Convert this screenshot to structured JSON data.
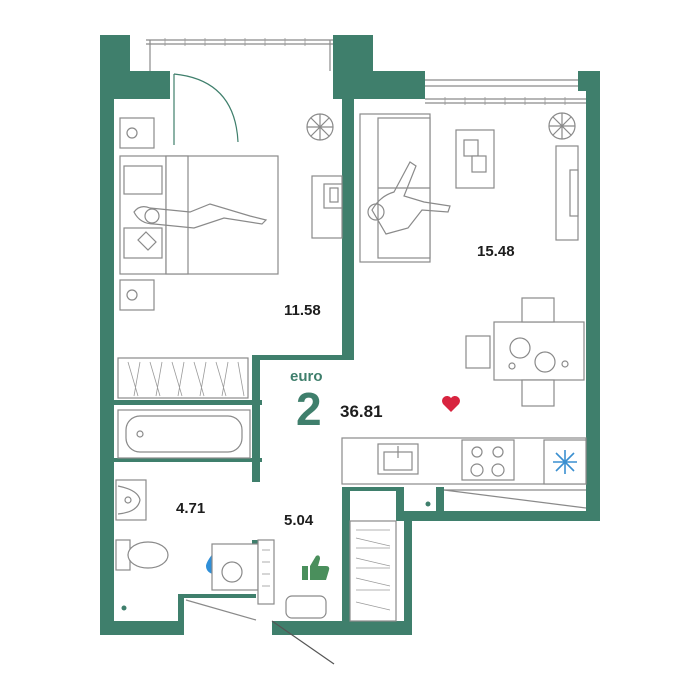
{
  "plan": {
    "type_label": "euro",
    "rooms_count": "2",
    "total_area": "36.81",
    "rooms": [
      {
        "name": "bedroom",
        "area": "11.58"
      },
      {
        "name": "living-kitchen",
        "area": "15.48"
      },
      {
        "name": "bathroom",
        "area": "4.71"
      },
      {
        "name": "hallway",
        "area": "5.04"
      }
    ]
  },
  "colors": {
    "wall": "#3f7f6c",
    "line": "#8a8a8a",
    "accent_heart": "#d8243f",
    "accent_snow": "#3a8fd0",
    "accent_drop": "#2f8fd8",
    "accent_thumb": "#4a8f5c"
  },
  "icons": [
    "heart-icon",
    "snowflake-icon",
    "water-drop-icon",
    "thumbs-up-icon"
  ]
}
